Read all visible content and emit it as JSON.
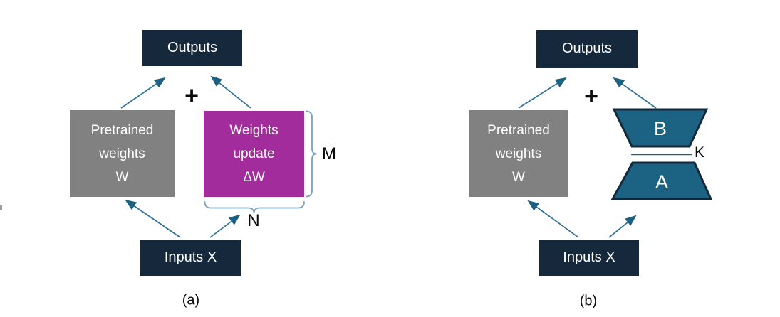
{
  "colors": {
    "navy": "#16293C",
    "gray": "#818181",
    "magenta": "#A32C9C",
    "teal": "#1C6383",
    "teal_dark": "#13293B",
    "arrow": "#2E6F9B",
    "arrowhead": "#1D6080",
    "brace": "#76A0BD",
    "text_light": "#FFFFFF",
    "text_dark": "#0A0A0A"
  },
  "panel_a": {
    "caption": "(a)",
    "outputs_label": "Outputs",
    "plus": "+",
    "pretrained_lines": [
      "Pretrained",
      "weights",
      "W"
    ],
    "update_lines": [
      "Weights",
      "update",
      "ΔW"
    ],
    "inputs_label": "Inputs X",
    "dim_m": "M",
    "dim_n": "N"
  },
  "panel_b": {
    "caption": "(b)",
    "outputs_label": "Outputs",
    "plus": "+",
    "pretrained_lines": [
      "Pretrained",
      "weights",
      "W"
    ],
    "matrix_b": "B",
    "matrix_a": "A",
    "dim_k": "K",
    "inputs_label": "Inputs X"
  }
}
